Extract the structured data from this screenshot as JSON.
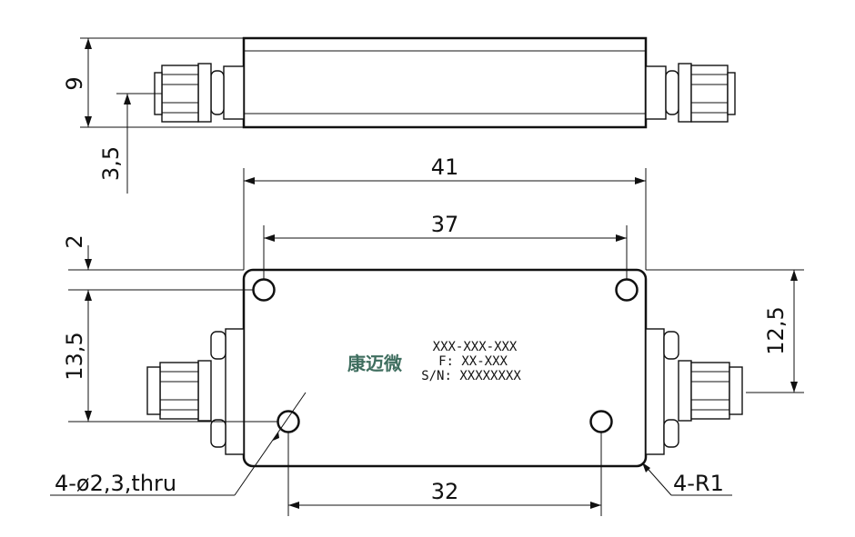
{
  "dimensions": {
    "height_side": "9",
    "connector_offset": "3,5",
    "length_overall": "41",
    "hole_spacing_top": "37",
    "edge_to_hole_top": "2",
    "hole_vertical_spacing": "13,5",
    "connector_axis_height": "12,5",
    "hole_spacing_bottom": "32"
  },
  "notes": {
    "holes": "4-ø2,3,thru",
    "corner_radius": "4-R1"
  },
  "label": {
    "logo": "康迈微",
    "part_number": "XXX-XXX-XXX",
    "frequency": "F: XX-XXX",
    "serial": "S/N: XXXXXXXX"
  },
  "colors": {
    "logo": "#3f6e5f",
    "line": "#111111",
    "background": "#ffffff"
  }
}
